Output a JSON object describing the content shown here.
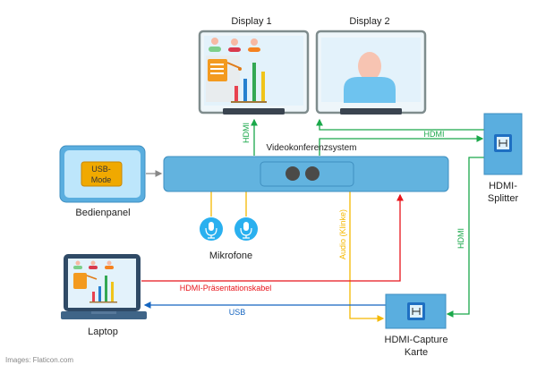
{
  "labels": {
    "display1": "Display 1",
    "display2": "Display 2",
    "video_system": "Videokonferenzsystem",
    "control_panel": "Bedienpanel",
    "usb_mode_line1": "USB-",
    "usb_mode_line2": "Mode",
    "splitter_line1": "HDMI-",
    "splitter_line2": "Splitter",
    "microphones": "Mikrofone",
    "laptop": "Laptop",
    "capture_line1": "HDMI-Capture",
    "capture_line2": "Karte",
    "credit": "Images: Flaticon.com"
  },
  "connections": {
    "hdmi_display1": "HDMI",
    "hdmi_splitter": "HDMI",
    "hdmi_capture": "HDMI",
    "audio": "Audio (Klinke)",
    "presentation": "HDMI-Präsentationskabel",
    "usb": "USB"
  },
  "colors": {
    "hdmi": "#1aa84a",
    "audio": "#f5b800",
    "presentation": "#e8141b",
    "usb": "#1565c0",
    "device": "#62b3df"
  }
}
